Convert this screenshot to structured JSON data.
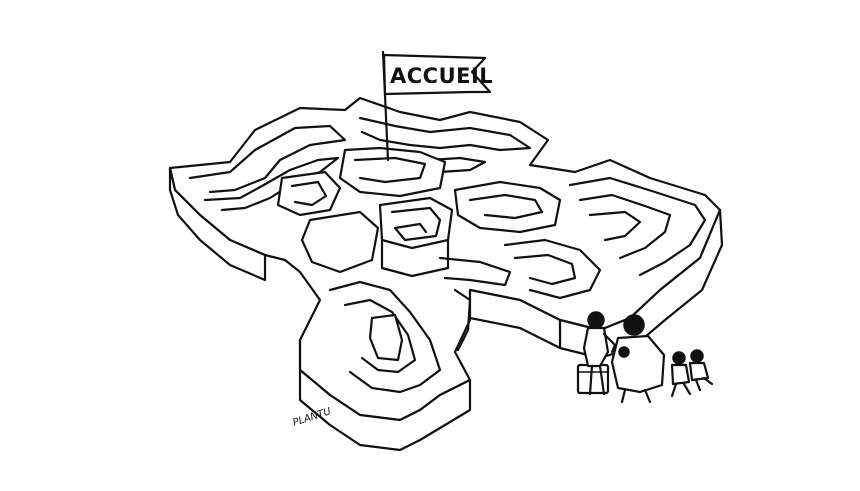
{
  "cartoon": {
    "flag_label": "ACCUEIL",
    "signature": "PLANTU",
    "ink_color": "#111111",
    "paper_color": "#ffffff",
    "subject": "maze-shaped-map-of-france-with-family-at-entrance"
  }
}
